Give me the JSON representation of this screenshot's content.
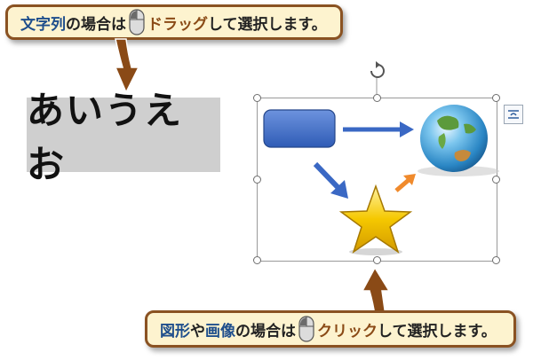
{
  "top_callout": {
    "part1": "文字列",
    "part2": "の場合は",
    "part3": "ドラッグ",
    "part4": "して選択します。"
  },
  "sample_text": "あいうえお",
  "bottom_callout": {
    "part1": "図形",
    "part2": "や",
    "part3": "画像",
    "part4": "の場合は",
    "part5": "クリック",
    "part6": "して選択します。"
  },
  "icons": {
    "mouse": "mouse-icon",
    "rotate": "rotate-handle-icon",
    "layout": "layout-options-icon",
    "globe": "globe-icon",
    "star": "star-icon"
  },
  "colors": {
    "callout_bg": "#fdf3cf",
    "callout_border": "#8a5222",
    "keyword_blue": "#1e4e8c",
    "keyword_brown": "#8a4a16",
    "rect_blue": "#3a68c4",
    "star_gold": "#f5c400",
    "orange_arrow": "#f08a2c"
  }
}
